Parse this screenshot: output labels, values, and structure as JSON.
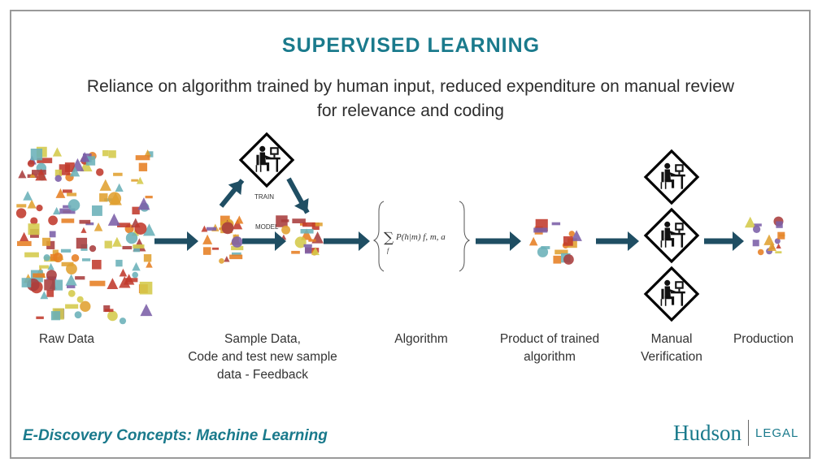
{
  "title": "SUPERVISED LEARNING",
  "subtitle_line1": "Reliance on algorithm trained by human input, reduced expenditure on manual review",
  "subtitle_line2": "for relevance and coding",
  "tags": {
    "train": "TRAIN",
    "model": "MODEL"
  },
  "formula": "P(h|m) f, m, a",
  "stages": {
    "raw_data": "Raw Data",
    "sample_line1": "Sample Data,",
    "sample_line2": "Code and test new sample",
    "sample_line3": "data - Feedback",
    "algorithm": "Algorithm",
    "product_line1": "Product of trained",
    "product_line2": "algorithm",
    "manual_line1": "Manual",
    "manual_line2": "Verification",
    "production": "Production"
  },
  "footer": {
    "caption": "E-Discovery Concepts: Machine Learning"
  },
  "logo": {
    "main": "Hudson",
    "sub": "LEGAL"
  },
  "colors": {
    "accent": "#1a7a8c",
    "arrow": "#1f4e63",
    "shapes": [
      "#c0392b",
      "#e67e22",
      "#d4c94a",
      "#6ab0b8",
      "#7b5ea7",
      "#a83c3c",
      "#e0a030"
    ]
  },
  "icons": [
    "person-at-computer-icon",
    "arrow-right-icon"
  ]
}
